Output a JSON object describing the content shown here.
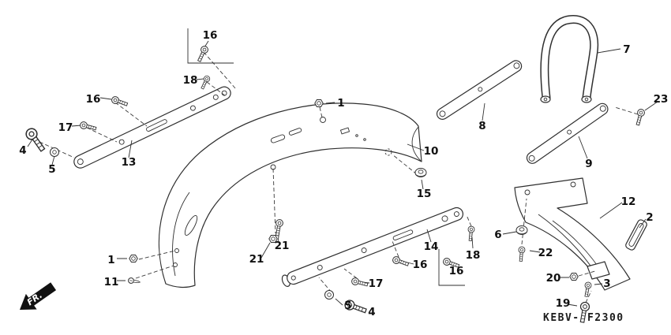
{
  "diagram": {
    "code": "KEBV- F2300",
    "direction_label": "FR.",
    "line_color": "#2f2f2f",
    "background": "#ffffff"
  },
  "labels": [
    {
      "text": "16"
    },
    {
      "text": "18"
    },
    {
      "text": "16"
    },
    {
      "text": "1"
    },
    {
      "text": "17"
    },
    {
      "text": "4"
    },
    {
      "text": "5"
    },
    {
      "text": "13"
    },
    {
      "text": "10"
    },
    {
      "text": "15"
    },
    {
      "text": "7"
    },
    {
      "text": "8"
    },
    {
      "text": "23"
    },
    {
      "text": "9"
    },
    {
      "text": "12"
    },
    {
      "text": "2"
    },
    {
      "text": "6"
    },
    {
      "text": "22"
    },
    {
      "text": "14"
    },
    {
      "text": "18"
    },
    {
      "text": "16"
    },
    {
      "text": "16"
    },
    {
      "text": "21"
    },
    {
      "text": "21"
    },
    {
      "text": "1"
    },
    {
      "text": "11"
    },
    {
      "text": "17"
    },
    {
      "text": "5"
    },
    {
      "text": "4"
    },
    {
      "text": "20"
    },
    {
      "text": "3"
    },
    {
      "text": "19"
    }
  ]
}
